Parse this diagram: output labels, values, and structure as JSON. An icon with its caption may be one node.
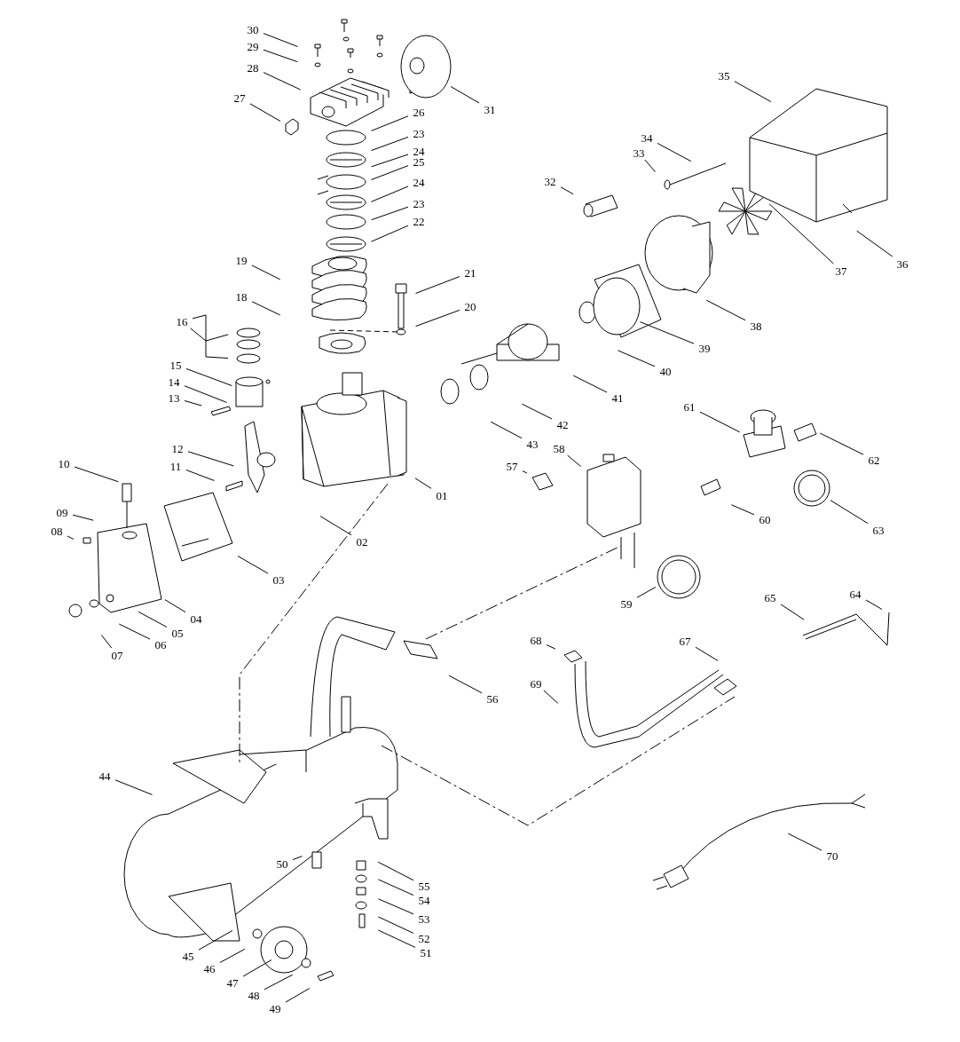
{
  "diagram": {
    "nodes": [
      {
        "text": [
          "30"
        ]
      },
      {
        "text": [
          "29"
        ]
      },
      {
        "text": [
          "28"
        ]
      },
      {
        "text": [
          "27"
        ]
      },
      {
        "text": [
          "31"
        ]
      },
      {
        "text": [
          "26"
        ]
      },
      {
        "text": [
          "23"
        ]
      },
      {
        "text": [
          "24"
        ]
      },
      {
        "text": [
          "25"
        ]
      },
      {
        "text": [
          "24"
        ]
      },
      {
        "text": [
          "23"
        ]
      },
      {
        "text": [
          "22"
        ]
      },
      {
        "text": [
          "35"
        ]
      },
      {
        "text": [
          "34"
        ]
      },
      {
        "text": [
          "33"
        ]
      },
      {
        "text": [
          "32"
        ]
      },
      {
        "text": [
          "37"
        ]
      },
      {
        "text": [
          "36"
        ]
      },
      {
        "text": [
          "19"
        ]
      },
      {
        "text": [
          "21"
        ]
      },
      {
        "text": [
          "18"
        ]
      },
      {
        "text": [
          "20"
        ]
      },
      {
        "text": [
          "16"
        ]
      },
      {
        "text": [
          "38"
        ]
      },
      {
        "text": [
          "39"
        ]
      },
      {
        "text": [
          "15"
        ]
      },
      {
        "text": [
          "14"
        ]
      },
      {
        "text": [
          "40"
        ]
      },
      {
        "text": [
          "13"
        ]
      },
      {
        "text": [
          "41"
        ]
      },
      {
        "text": [
          "61"
        ]
      },
      {
        "text": [
          "42"
        ]
      },
      {
        "text": [
          "43"
        ]
      },
      {
        "text": [
          "12"
        ]
      },
      {
        "text": [
          "58"
        ]
      },
      {
        "text": [
          "10"
        ]
      },
      {
        "text": [
          "62"
        ]
      },
      {
        "text": [
          "11"
        ]
      },
      {
        "text": [
          "57"
        ]
      },
      {
        "text": [
          "01"
        ]
      },
      {
        "text": [
          "09"
        ]
      },
      {
        "text": [
          "08"
        ]
      },
      {
        "text": [
          "60"
        ]
      },
      {
        "text": [
          "63"
        ]
      },
      {
        "text": [
          "02"
        ]
      },
      {
        "text": [
          "03"
        ]
      },
      {
        "text": [
          "64"
        ]
      },
      {
        "text": [
          "65"
        ]
      },
      {
        "text": [
          "59"
        ]
      },
      {
        "text": [
          "04"
        ]
      },
      {
        "text": [
          "05"
        ]
      },
      {
        "text": [
          "06"
        ]
      },
      {
        "text": [
          "07"
        ]
      },
      {
        "text": [
          "68"
        ]
      },
      {
        "text": [
          "67"
        ]
      },
      {
        "text": [
          "69"
        ]
      },
      {
        "text": [
          "56"
        ]
      },
      {
        "text": [
          "44"
        ]
      },
      {
        "text": [
          "70"
        ]
      },
      {
        "text": [
          "50"
        ]
      },
      {
        "text": [
          "55"
        ]
      },
      {
        "text": [
          "54"
        ]
      },
      {
        "text": [
          "53"
        ]
      },
      {
        "text": [
          "52"
        ]
      },
      {
        "text": [
          "51"
        ]
      },
      {
        "text": [
          "45"
        ]
      },
      {
        "text": [
          "46"
        ]
      },
      {
        "text": [
          "47"
        ]
      },
      {
        "text": [
          "48"
        ]
      },
      {
        "text": [
          "49"
        ]
      }
    ],
    "edges": [
      {
        "from": 0,
        "to": null,
        "arrow": "none"
      },
      {
        "from": 1,
        "to": null,
        "arrow": "none"
      },
      {
        "from": 2,
        "to": null,
        "arrow": "none"
      },
      {
        "from": 3,
        "to": null,
        "arrow": "none"
      },
      {
        "from": 4,
        "to": null,
        "arrow": "none"
      },
      {
        "from": 5,
        "to": null,
        "arrow": "none"
      },
      {
        "from": 6,
        "to": null,
        "arrow": "none"
      },
      {
        "from": 7,
        "to": null,
        "arrow": "none"
      },
      {
        "from": 8,
        "to": null,
        "arrow": "none"
      },
      {
        "from": 9,
        "to": null,
        "arrow": "none"
      },
      {
        "from": 10,
        "to": null,
        "arrow": "none"
      },
      {
        "from": 11,
        "to": null,
        "arrow": "none"
      },
      {
        "from": 12,
        "to": null,
        "arrow": "none"
      },
      {
        "from": 13,
        "to": null,
        "arrow": "none"
      },
      {
        "from": 14,
        "to": null,
        "arrow": "none"
      },
      {
        "from": 15,
        "to": null,
        "arrow": "none"
      },
      {
        "from": 16,
        "to": null,
        "arrow": "none"
      },
      {
        "from": 17,
        "to": null,
        "arrow": "none"
      },
      {
        "from": 18,
        "to": null,
        "arrow": "none"
      },
      {
        "from": 19,
        "to": null,
        "arrow": "none"
      },
      {
        "from": 20,
        "to": null,
        "arrow": "none"
      },
      {
        "from": 21,
        "to": null,
        "arrow": "none"
      },
      {
        "from": 22,
        "to": null,
        "arrow": "none"
      },
      {
        "from": 22,
        "to": null,
        "arrow": "none"
      },
      {
        "from": 23,
        "to": null,
        "arrow": "none"
      },
      {
        "from": 24,
        "to": null,
        "arrow": "none"
      },
      {
        "from": 25,
        "to": null,
        "arrow": "none"
      },
      {
        "from": 26,
        "to": null,
        "arrow": "none"
      },
      {
        "from": 27,
        "to": null,
        "arrow": "none"
      },
      {
        "from": 28,
        "to": null,
        "arrow": "none"
      },
      {
        "from": 29,
        "to": null,
        "arrow": "none"
      },
      {
        "from": 30,
        "to": null,
        "arrow": "none"
      },
      {
        "from": 31,
        "to": null,
        "arrow": "none"
      },
      {
        "from": 32,
        "to": null,
        "arrow": "none"
      },
      {
        "from": 33,
        "to": null,
        "arrow": "none"
      },
      {
        "from": 34,
        "to": null,
        "arrow": "none"
      },
      {
        "from": 35,
        "to": null,
        "arrow": "none"
      },
      {
        "from": 36,
        "to": null,
        "arrow": "none"
      },
      {
        "from": 37,
        "to": null,
        "arrow": "none"
      },
      {
        "from": 38,
        "to": null,
        "arrow": "none"
      },
      {
        "from": 39,
        "to": null,
        "arrow": "none"
      },
      {
        "from": 40,
        "to": null,
        "arrow": "none"
      },
      {
        "from": 41,
        "to": null,
        "arrow": "none"
      },
      {
        "from": 42,
        "to": null,
        "arrow": "none"
      },
      {
        "from": 43,
        "to": null,
        "arrow": "none"
      },
      {
        "from": 44,
        "to": null,
        "arrow": "none"
      },
      {
        "from": 45,
        "to": null,
        "arrow": "none"
      },
      {
        "from": 46,
        "to": null,
        "arrow": "none"
      },
      {
        "from": 47,
        "to": null,
        "arrow": "none"
      },
      {
        "from": 48,
        "to": null,
        "arrow": "none"
      },
      {
        "from": 49,
        "to": null,
        "arrow": "none"
      },
      {
        "from": 50,
        "to": null,
        "arrow": "none"
      },
      {
        "from": 51,
        "to": null,
        "arrow": "none"
      },
      {
        "from": 52,
        "to": null,
        "arrow": "none"
      },
      {
        "from": 53,
        "to": null,
        "arrow": "none"
      },
      {
        "from": 54,
        "to": null,
        "arrow": "none"
      },
      {
        "from": 55,
        "to": null,
        "arrow": "none"
      },
      {
        "from": 56,
        "to": null,
        "arrow": "none"
      },
      {
        "from": 57,
        "to": null,
        "arrow": "none"
      },
      {
        "from": 58,
        "to": null,
        "arrow": "none"
      },
      {
        "from": 59,
        "to": null,
        "arrow": "none"
      },
      {
        "from": 60,
        "to": null,
        "arrow": "none"
      },
      {
        "from": 61,
        "to": null,
        "arrow": "none"
      },
      {
        "from": 62,
        "to": null,
        "arrow": "none"
      },
      {
        "from": 63,
        "to": null,
        "arrow": "none"
      },
      {
        "from": 64,
        "to": null,
        "arrow": "none"
      },
      {
        "from": 65,
        "to": null,
        "arrow": "none"
      },
      {
        "from": 66,
        "to": null,
        "arrow": "none"
      },
      {
        "from": 67,
        "to": null,
        "arrow": "none"
      },
      {
        "from": 68,
        "to": null,
        "arrow": "none"
      },
      {
        "from": 69,
        "to": null,
        "arrow": "none"
      }
    ]
  }
}
